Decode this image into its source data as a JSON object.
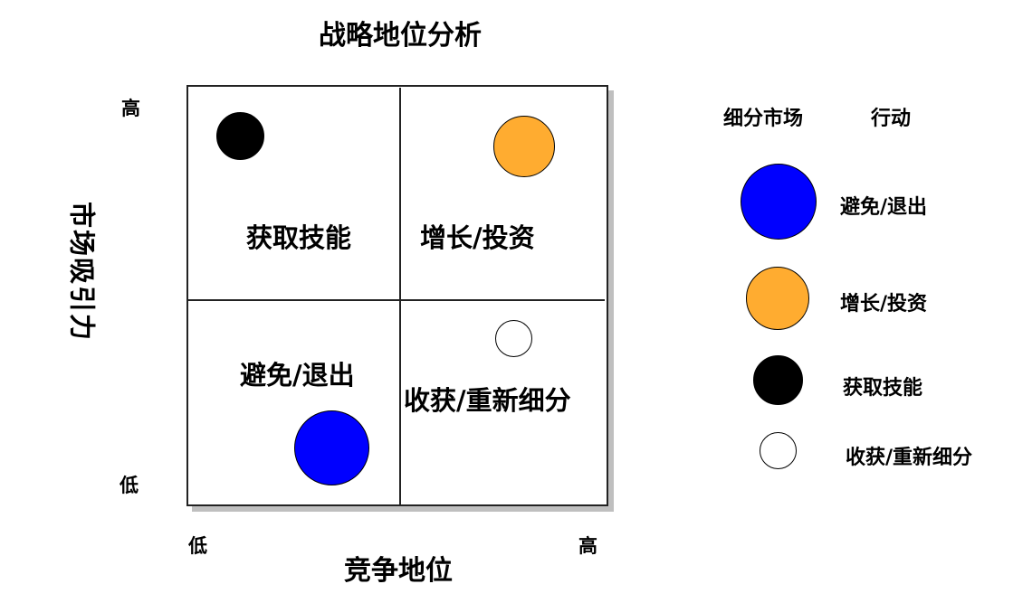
{
  "title": "战略地位分析",
  "axes": {
    "y_label": "市场吸引力",
    "y_high": "高",
    "y_low": "低",
    "x_label": "竞争地位",
    "x_low": "低",
    "x_high": "高"
  },
  "quadrants": {
    "top_left": "获取技能",
    "top_right": "增长/投资",
    "bottom_left": "避免/退出",
    "bottom_right": "收获/重新细分"
  },
  "legend": {
    "header_segment": "细分市场",
    "header_action": "行动",
    "items": [
      {
        "label": "避免/退出",
        "color": "#0000ff",
        "icon": "blue-circle"
      },
      {
        "label": "增长/投资",
        "color": "#ffac30",
        "icon": "orange-circle"
      },
      {
        "label": "获取技能",
        "color": "#000000",
        "icon": "black-circle"
      },
      {
        "label": "收获/重新细分",
        "color": "#ffffff",
        "icon": "white-circle"
      }
    ]
  },
  "colors": {
    "blue": "#0000ff",
    "orange": "#ffac30",
    "black": "#000000",
    "white": "#ffffff",
    "shadow": "#bfbfbf"
  },
  "chart_data": {
    "type": "scatter",
    "title": "战略地位分析",
    "xlabel": "竞争地位",
    "ylabel": "市场吸引力",
    "x_ticks": [
      "低",
      "高"
    ],
    "y_ticks": [
      "低",
      "高"
    ],
    "quadrants": [
      "获取技能",
      "增长/投资",
      "避免/退出",
      "收获/重新细分"
    ],
    "points": [
      {
        "segment": "获取技能",
        "action": "获取技能",
        "x": 0.12,
        "y": 0.88,
        "size": "medium",
        "color": "#000000"
      },
      {
        "segment": "增长/投资",
        "action": "增长/投资",
        "x": 0.8,
        "y": 0.85,
        "size": "large",
        "color": "#ffac30"
      },
      {
        "segment": "收获/重新细分",
        "action": "收获/重新细分",
        "x": 0.78,
        "y": 0.4,
        "size": "small",
        "color": "#ffffff"
      },
      {
        "segment": "避免/退出",
        "action": "避免/退出",
        "x": 0.34,
        "y": 0.13,
        "size": "x-large",
        "color": "#0000ff"
      }
    ]
  }
}
